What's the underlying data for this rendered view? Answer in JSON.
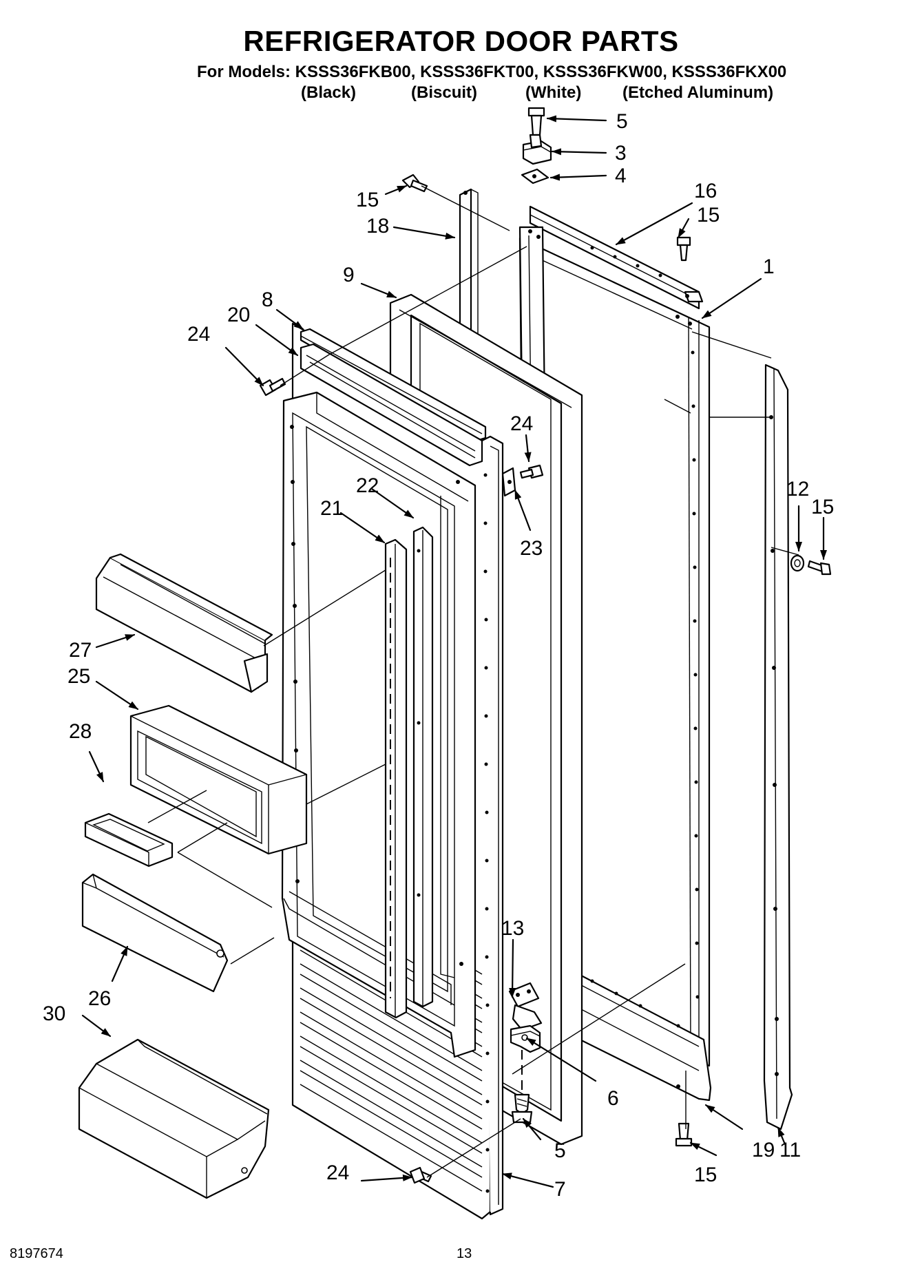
{
  "header": {
    "title": "REFRIGERATOR DOOR PARTS",
    "models_line": "For Models: KSSS36FKB00, KSSS36FKT00, KSSS36FKW00, KSSS36FKX00",
    "variants": [
      "(Black)",
      "(Biscuit)",
      "(White)",
      "(Etched Aluminum)"
    ]
  },
  "footer": {
    "doc_number": "8197674",
    "page_number": "13"
  },
  "callouts": {
    "c5a": "5",
    "c3": "3",
    "c4": "4",
    "c16": "16",
    "c15a": "15",
    "c15b": "15",
    "c18": "18",
    "c1": "1",
    "c9": "9",
    "c8": "8",
    "c20": "20",
    "c24a": "24",
    "c24b": "24",
    "c22": "22",
    "c21": "21",
    "c23": "23",
    "c12": "12",
    "c15c": "15",
    "c27": "27",
    "c25": "25",
    "c28": "28",
    "c13": "13",
    "c26": "26",
    "c30": "30",
    "c6": "6",
    "c5b": "5",
    "c24c": "24",
    "c7": "7",
    "c15d": "15",
    "c19": "19",
    "c11": "11"
  }
}
